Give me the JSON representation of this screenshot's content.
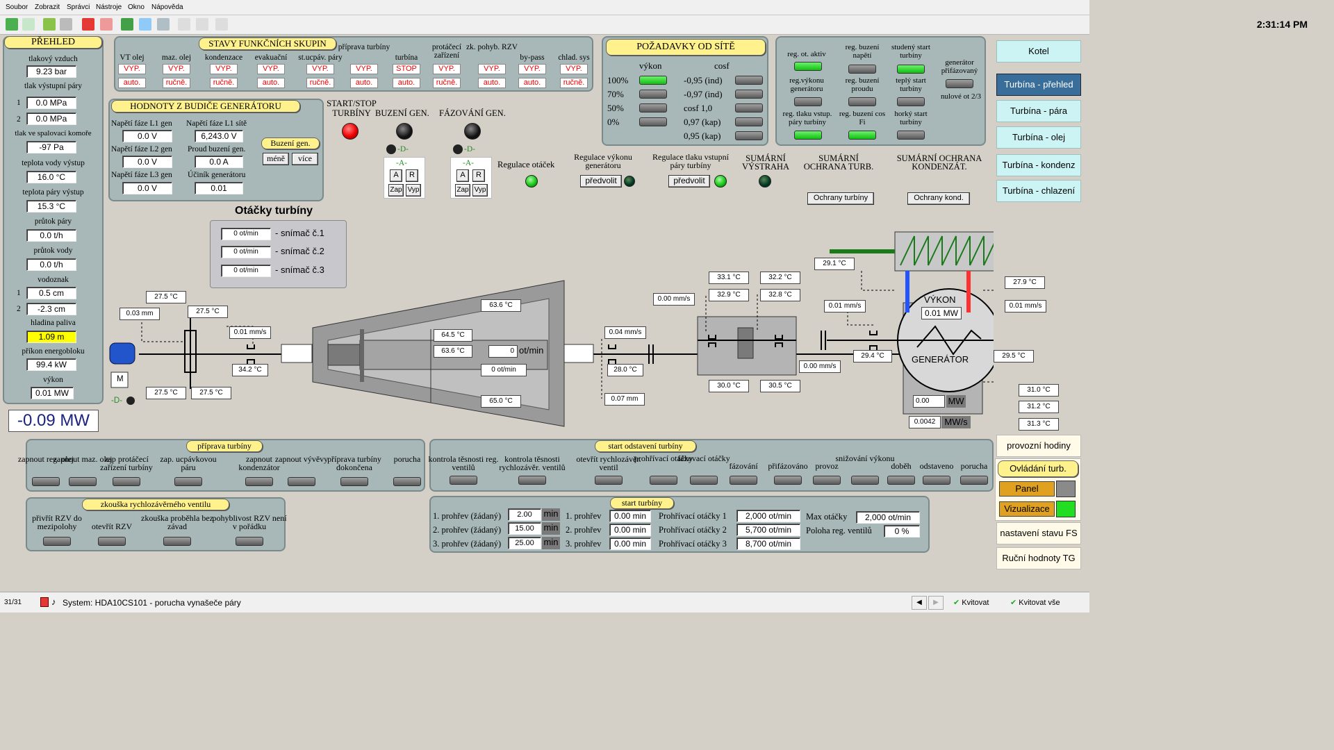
{
  "menu": [
    "Soubor",
    "Zobrazit",
    "Správci",
    "Nástroje",
    "Okno",
    "Nápověda"
  ],
  "clock": "2:31:14 PM",
  "prehled": {
    "title": "PŘEHLED",
    "rows": [
      {
        "label": "tlakový vzduch",
        "value": "9.23 bar"
      },
      {
        "label": "tlak výstupní páry",
        "value": ""
      },
      {
        "label": "tlak ve spalovací komoře",
        "value": "-97 Pa"
      },
      {
        "label": "teplota vody výstup",
        "value": "16.0 °C"
      },
      {
        "label": "teplota páry výstup",
        "value": "15.3 °C"
      },
      {
        "label": "průtok páry",
        "value": "0.0 t/h"
      },
      {
        "label": "průtok vody",
        "value": "0.0 t/h"
      },
      {
        "label": "vodoznak",
        "value": ""
      },
      {
        "label": "hladina paliva",
        "value": "1.09 m"
      },
      {
        "label": "příkon energobloku",
        "value": "99.4 kW"
      },
      {
        "label": "výkon",
        "value": "0.01 MW"
      }
    ],
    "pressure1_idx": "1",
    "pressure1": "0.0 MPa",
    "pressure2_idx": "2",
    "pressure2": "0.0 MPa",
    "vodoznak1_idx": "1",
    "vodoznak1": "0.5 cm",
    "vodoznak2_idx": "2",
    "vodoznak2": "-2.3 cm",
    "big_power": "-0.09 MW"
  },
  "stavy": {
    "title": "STAVY FUNKČNÍCH SKUPIN",
    "groups": [
      {
        "label": "VT olej",
        "state": "VYP.",
        "mode": "auto."
      },
      {
        "label": "maz. olej",
        "state": "VYP.",
        "mode": "ručně."
      },
      {
        "label": "kondenzace",
        "state": "VYP.",
        "mode": "ručně."
      },
      {
        "label": "evakuační",
        "state": "VYP.",
        "mode": "auto."
      },
      {
        "label": "st.ucpáv. páry",
        "state": "VYP.",
        "mode": "ručně."
      },
      {
        "label": "příprava turbíny",
        "state": "VYP.",
        "mode": "auto."
      },
      {
        "label": "turbína",
        "state": "STOP",
        "mode": "auto."
      },
      {
        "label": "protáčecí zařízení",
        "state": "VYP.",
        "mode": "ručně."
      },
      {
        "label": "zk. pohyb. RZV",
        "state": "VYP.",
        "mode": "auto."
      },
      {
        "label": "by-pass",
        "state": "VYP.",
        "mode": "auto."
      },
      {
        "label": "chlad. sys",
        "state": "VYP.",
        "mode": "ručně."
      }
    ]
  },
  "budic": {
    "title": "HODNOTY Z BUDIČE GENERÁTORU",
    "l1_label": "Napětí fáze L1 gen",
    "l1": "0.0 V",
    "l1s_label": "Napětí fáze L1 sítě",
    "l1s": "6,243.0 V",
    "l2_label": "Napětí fáze L2 gen",
    "l2": "0.0 V",
    "proud_label": "Proud buzení gen.",
    "proud": "0.0 A",
    "l3_label": "Napětí fáze L3 gen",
    "l3": "0.0 V",
    "ucinik_label": "Účiník generátoru",
    "ucinik": "0.01",
    "buzeni_title": "Buzení gen.",
    "mene": "méně",
    "vice": "více"
  },
  "controls": {
    "startstop": "START/STOP TURBÍNY",
    "buzeni": "BUZENÍ GEN.",
    "fazovani": "FÁZOVÁNÍ GEN.",
    "d1": "-D-",
    "a1": "-A-",
    "A": "A",
    "R": "R",
    "zap": "Zap",
    "vyp": "Vyp",
    "regulace_otacek": "Regulace otáček",
    "regulace_vykonu": "Regulace výkonu generátoru",
    "regulace_tlaku": "Regulace tlaku vstupní páry turbíny",
    "predvolit": "předvolit",
    "sumarni_vystraha": "SUMÁRNÍ VÝSTRAHA",
    "sumarni_turb": "SUMÁRNÍ OCHRANA TURB.",
    "sumarni_kond": "SUMÁRNÍ OCHRANA KONDENZÁT.",
    "ochrany_turbiny": "Ochrany turbíny",
    "ochrany_kond": "Ochrany kond."
  },
  "pozadavky": {
    "title": "POŽADAVKY OD SÍTĚ",
    "vykon_head": "výkon",
    "cosf_head": "cosf",
    "vykon": [
      "100%",
      "70%",
      "50%",
      "0%"
    ],
    "cosf": [
      "-0,95 (ind)",
      "-0,97 (ind)",
      "cosf 1,0",
      "0,97 (kap)",
      "0,95 (kap)"
    ]
  },
  "regs": {
    "reg_ot_aktiv": "reg. ot. aktiv",
    "reg_buzeni_napeti": "reg. buzení napětí",
    "studeny": "studený start turbíny",
    "generator_prifazovany": "generátor přifázovaný",
    "reg_vykonu": "reg.výkonu generátoru",
    "reg_buzeni_proudu": "reg. buzení proudu",
    "teply": "teplý start turbíny",
    "nulove": "nulové ot 2/3",
    "reg_tlaku": "reg. tlaku vstup. páry turbíny",
    "reg_buzeni_cos": "reg. buzení cos Fi",
    "horky": "horký start turbíny"
  },
  "nav": [
    "Kotel",
    "Turbína - přehled",
    "Turbína - pára",
    "Turbína - olej",
    "Turbína - kondenz",
    "Turbína - chlazení"
  ],
  "nav2": {
    "provozni": "provozní hodiny",
    "ovladani": "Ovládání turb.",
    "panel": "Panel",
    "vizualizace": "Vizualizace",
    "nastaveni": "nastavení stavu FS",
    "rucni": "Ruční hodnoty TG"
  },
  "otacky": {
    "title": "Otáčky turbíny",
    "s1": "0 ot/min",
    "s1l": "- snímač č.1",
    "s2": "0 ot/min",
    "s2l": "- snímač č.2",
    "s3": "0 ot/min",
    "s3l": "- snímač č.3"
  },
  "diagram": {
    "t1": "27.5 °C",
    "t2": "27.5 °C",
    "t3": "27.5 °C",
    "t4": "27.5 °C",
    "mm1": "0.03 mm",
    "mms1": "0.01 mm/s",
    "t5": "34.2 °C",
    "motor": "M",
    "d": "-D-",
    "t6": "63.6 °C",
    "t7": "64.5 °C",
    "t8": "63.6 °C",
    "rpm": "0",
    "rpm_unit": "ot/min",
    "rpm2": "0 ot/min",
    "t9": "65.0 °C",
    "mms2": "0.04 mm/s",
    "t10": "28.0 °C",
    "mm2": "0.07 mm",
    "mms3": "0.00 mm/s",
    "t11": "33.1 °C",
    "t12": "32.9 °C",
    "t13": "32.2 °C",
    "t14": "32.8 °C",
    "t15": "30.0 °C",
    "t16": "30.5 °C",
    "mms4": "0.00 mm/s",
    "mms5": "0.01 mm/s",
    "t17": "29.4 °C",
    "t18": "29.1 °C",
    "t19": "27.9 °C",
    "mms6": "0.01 mm/s",
    "t20": "29.5 °C",
    "vykon": "VÝKON",
    "vykon_val": "0.01 MW",
    "generator": "GENERÁTOR",
    "mw_val": "0.00",
    "mw_unit": "MW",
    "mws_val": "0.0042",
    "mws_unit": "MW/s",
    "t21": "31.0 °C",
    "t22": "31.2 °C",
    "t23": "31.3 °C"
  },
  "priprava": {
    "title": "příprava turbíny",
    "items": [
      "zapnout reg. olej",
      "zapnout maz. olej",
      "zap protáčecí zařízení turbíny",
      "zap. ucpávkovou páru",
      "zapnout kondenzátor",
      "zapnout vývěvy",
      "příprava turbíny dokončena",
      "porucha"
    ]
  },
  "start_odstaveni": {
    "title": "start odstavení turbíny",
    "items": [
      "kontrola těsnosti reg. ventilů",
      "kontrola těsnosti rychlozávěr. ventilů",
      "otevřít rychlozávěr. ventil",
      "prohřívací otáčky",
      "fázovací otáčky",
      "fázování",
      "přifázováno",
      "provoz",
      "snižování výkonu",
      "doběh",
      "odstaveno",
      "porucha"
    ]
  },
  "zkouska": {
    "title": "zkouška rychlozávěrného ventilu",
    "items": [
      "přivřít RZV do mezipolohy",
      "otevřít RZV",
      "zkouška proběhla bez závad",
      "pohyblivost RZV není v pořádku"
    ]
  },
  "start_turbiny": {
    "title": "start turbíny",
    "p1_label": "1. prohřev (žádaný)",
    "p1": "2.00",
    "p2_label": "2. prohřev (žádaný)",
    "p2": "15.00",
    "p3_label": "3. prohřev (žádaný)",
    "p3": "25.00",
    "min": "min",
    "r1_label": "1. prohřev",
    "r1": "0.00 min",
    "r2_label": "2. prohřev",
    "r2": "0.00 min",
    "r3_label": "3. prohřev",
    "r3": "0.00 min",
    "o1_label": "Prohřívací otáčky 1",
    "o1": "2,000 ot/min",
    "o2_label": "Prohřívací otáčky 2",
    "o2": "5,700 ot/min",
    "o3_label": "Prohřívací otáčky 3",
    "o3": "8,700 ot/min",
    "max_label": "Max otáčky",
    "max": "2,000 ot/min",
    "poloha_label": "Poloha reg. ventilů",
    "poloha": "0 %"
  },
  "status": {
    "count": "31/31",
    "message": "System: HDA10CS101 - porucha vynašeče páry",
    "kvitovat": "Kvitovat",
    "kvitovat_vse": "Kvitovat vše"
  }
}
